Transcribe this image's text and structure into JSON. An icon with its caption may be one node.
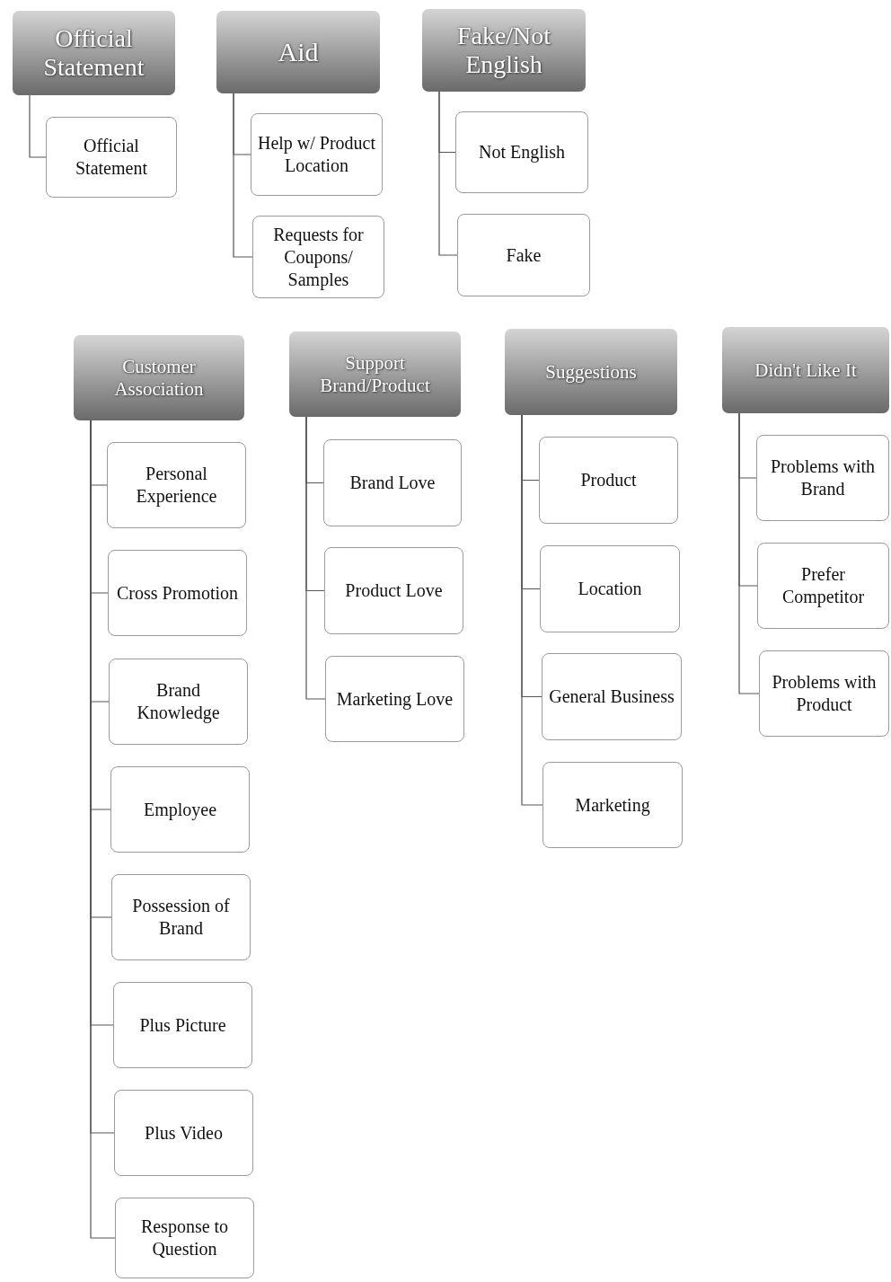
{
  "diagram": {
    "nodes": [
      {
        "text": [
          "Official Statement"
        ]
      },
      {
        "text": [
          "Official Statement"
        ]
      },
      {
        "text": [
          "Aid"
        ]
      },
      {
        "text": [
          "Help w/ Product Location"
        ]
      },
      {
        "text": [
          "Requests for Coupons/ Samples"
        ]
      },
      {
        "text": [
          "Fake/Not English"
        ]
      },
      {
        "text": [
          "Not English"
        ]
      },
      {
        "text": [
          "Fake"
        ]
      },
      {
        "text": [
          "Customer Association"
        ]
      },
      {
        "text": [
          "Personal Experience"
        ]
      },
      {
        "text": [
          "Cross Promotion"
        ]
      },
      {
        "text": [
          "Brand Knowledge"
        ]
      },
      {
        "text": [
          "Employee"
        ]
      },
      {
        "text": [
          "Possession of Brand"
        ]
      },
      {
        "text": [
          "Plus Picture"
        ]
      },
      {
        "text": [
          "Plus Video"
        ]
      },
      {
        "text": [
          "Response to Question"
        ]
      },
      {
        "text": [
          "Support Brand/Product"
        ]
      },
      {
        "text": [
          "Brand Love"
        ]
      },
      {
        "text": [
          "Product Love"
        ]
      },
      {
        "text": [
          "Marketing Love"
        ]
      },
      {
        "text": [
          "Suggestions"
        ]
      },
      {
        "text": [
          "Product"
        ]
      },
      {
        "text": [
          "Location"
        ]
      },
      {
        "text": [
          "General Business"
        ]
      },
      {
        "text": [
          "Marketing"
        ]
      },
      {
        "text": [
          "Didn't Like It"
        ]
      },
      {
        "text": [
          "Problems with Brand"
        ]
      },
      {
        "text": [
          "Prefer Competitor"
        ]
      },
      {
        "text": [
          "Problems with Product"
        ]
      }
    ],
    "edges": [
      {
        "from": 0,
        "to": 1,
        "arrow": "none"
      },
      {
        "from": 2,
        "to": 3,
        "arrow": "none"
      },
      {
        "from": 2,
        "to": 4,
        "arrow": "none"
      },
      {
        "from": 5,
        "to": 6,
        "arrow": "none"
      },
      {
        "from": 5,
        "to": 7,
        "arrow": "none"
      },
      {
        "from": 8,
        "to": 9,
        "arrow": "none"
      },
      {
        "from": 8,
        "to": 10,
        "arrow": "none"
      },
      {
        "from": 8,
        "to": 11,
        "arrow": "none"
      },
      {
        "from": 8,
        "to": 12,
        "arrow": "none"
      },
      {
        "from": 8,
        "to": 13,
        "arrow": "none"
      },
      {
        "from": 8,
        "to": 14,
        "arrow": "none"
      },
      {
        "from": 8,
        "to": 15,
        "arrow": "none"
      },
      {
        "from": 8,
        "to": 16,
        "arrow": "none"
      },
      {
        "from": 17,
        "to": 18,
        "arrow": "none"
      },
      {
        "from": 17,
        "to": 19,
        "arrow": "none"
      },
      {
        "from": 17,
        "to": 20,
        "arrow": "none"
      },
      {
        "from": 21,
        "to": 22,
        "arrow": "none"
      },
      {
        "from": 21,
        "to": 23,
        "arrow": "none"
      },
      {
        "from": 21,
        "to": 24,
        "arrow": "none"
      },
      {
        "from": 21,
        "to": 25,
        "arrow": "none"
      },
      {
        "from": 26,
        "to": 27,
        "arrow": "none"
      },
      {
        "from": 26,
        "to": 28,
        "arrow": "none"
      },
      {
        "from": 26,
        "to": 29,
        "arrow": "none"
      }
    ]
  }
}
